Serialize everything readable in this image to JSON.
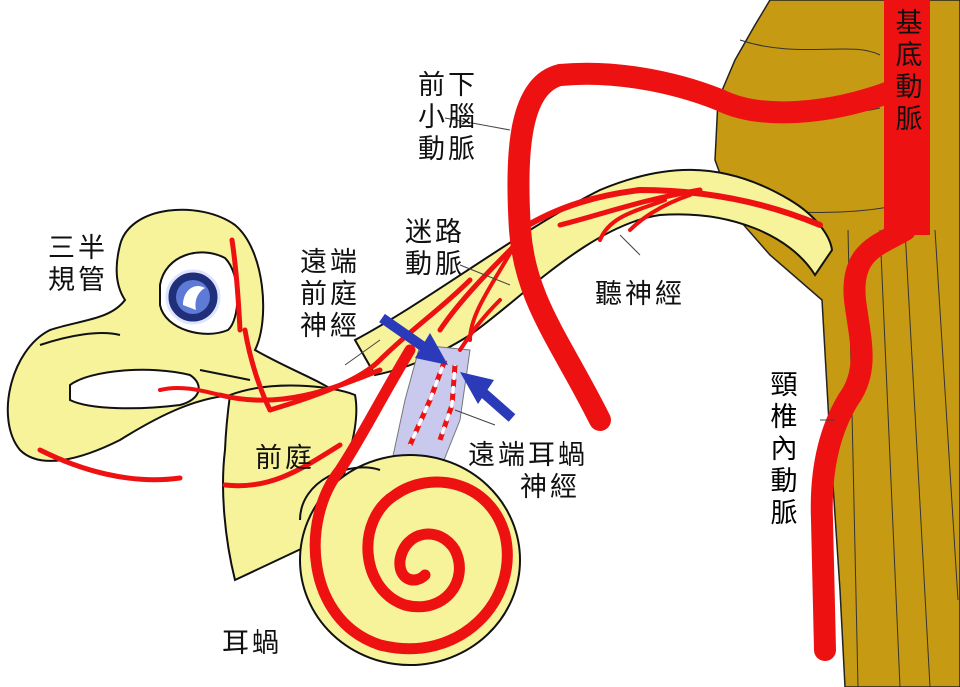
{
  "labels": {
    "basilar_artery": [
      "基",
      "底",
      "動",
      "脈"
    ],
    "aica": [
      "前下",
      "小腦",
      "動脈"
    ],
    "labyrinthine_artery": [
      "迷路",
      "動脈"
    ],
    "semicircular_canals": [
      "三半",
      "規管"
    ],
    "distal_vestibular_nerve": [
      "遠端",
      "前庭",
      "神經"
    ],
    "cochlear_nerve_auditory": "聽神經",
    "distal_cochlear_nerve": [
      "遠端耳蝸",
      "神經"
    ],
    "vertebral_artery": [
      "頸",
      "椎",
      "內",
      "動",
      "脈"
    ],
    "vestibule": "前庭",
    "cochlea": "耳蝸"
  },
  "colors": {
    "artery": "#ee1111",
    "inner_ear": "#f6f39a",
    "outline": "#111111",
    "brainstem": "#c79a14",
    "nerve_shadow": "#c9c9ee",
    "arrow": "#2a3ab8"
  },
  "icons": [
    "logo-badge-icon",
    "arrow-icon"
  ]
}
